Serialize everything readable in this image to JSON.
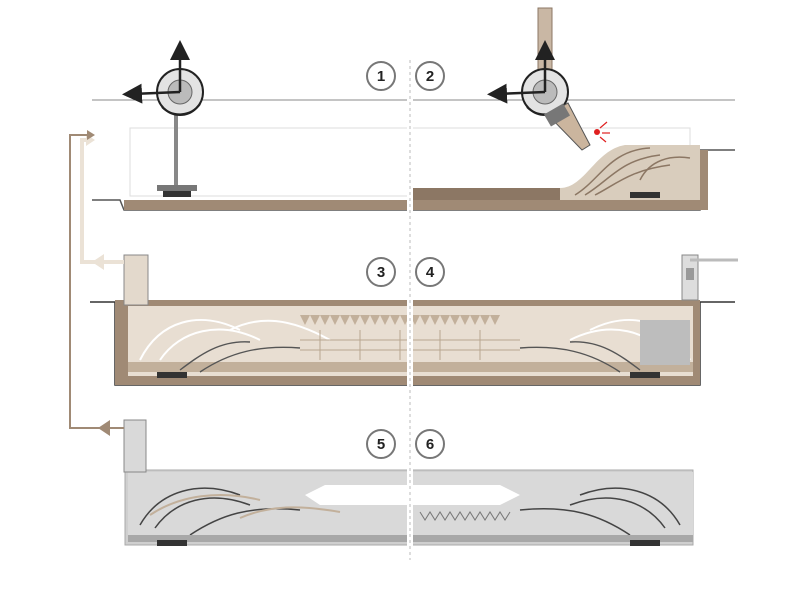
{
  "steps": [
    {
      "label": "1"
    },
    {
      "label": "2"
    },
    {
      "label": "3"
    },
    {
      "label": "4"
    },
    {
      "label": "5"
    },
    {
      "label": "6"
    }
  ],
  "colors": {
    "tank_wall": "#a08a75",
    "sediment_light": "#d9cdbd",
    "sediment_mid": "#c2b09b",
    "sediment_dark": "#8c7764",
    "deposit_gray": "#b5b5b5",
    "return_arrow_light": "#ebe2d6",
    "return_arrow_dark": "#a08a75",
    "laser_red": "#e02020",
    "line_gray": "#8a8a8a"
  },
  "icons": {
    "rotation_gizmo": "rotate-axes-icon",
    "laser_nozzle": "laser-nozzle-icon",
    "return_arrow": "return-arrow-icon"
  }
}
